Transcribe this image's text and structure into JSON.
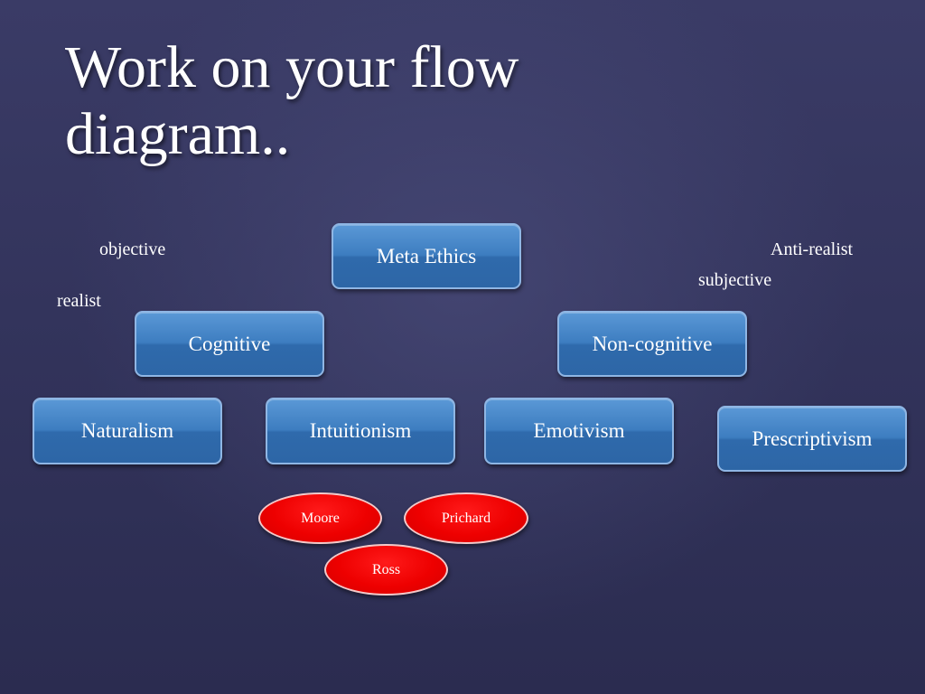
{
  "slide": {
    "title": "Work on your flow diagram.."
  },
  "labels": {
    "objective": "objective",
    "realist": "realist",
    "anti_realist": "Anti-realist",
    "subjective": "subjective"
  },
  "boxes": {
    "meta_ethics": "Meta Ethics",
    "cognitive": "Cognitive",
    "non_cognitive": "Non-cognitive",
    "naturalism": "Naturalism",
    "intuitionism": "Intuitionism",
    "emotivism": "Emotivism",
    "prescriptivism": "Prescriptivism"
  },
  "ovals": {
    "moore": "Moore",
    "prichard": "Prichard",
    "ross": "Ross"
  },
  "colors": {
    "background": "#33345c",
    "box_fill": "#3d7dc0",
    "box_border": "#8fb6e4",
    "oval_fill": "#ee0000",
    "text": "#ffffff"
  }
}
